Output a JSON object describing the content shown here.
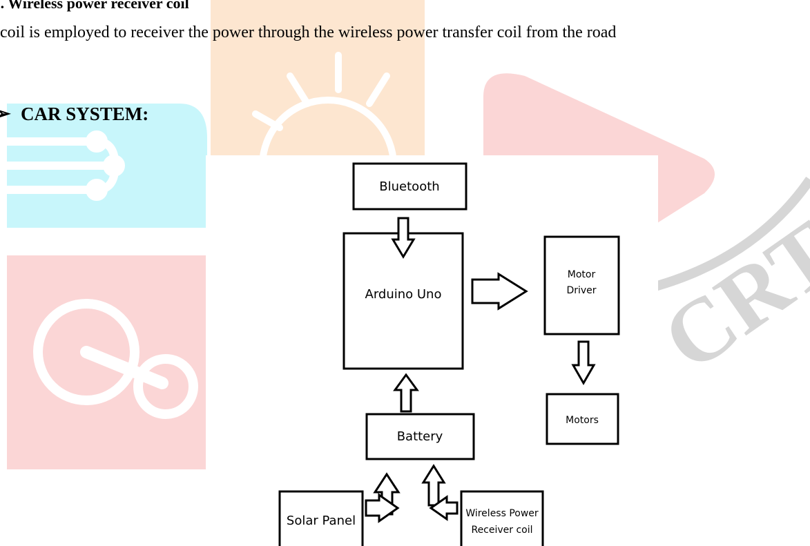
{
  "document": {
    "section_heading": "E.  Wireless power receiver coil",
    "paragraph": "coil is employed to receiver the power through the wireless power transfer coil from the road",
    "bullet_symbol": "➢",
    "car_heading": "CAR SYSTEM:"
  },
  "diagram": {
    "blocks": {
      "bluetooth": "Bluetooth",
      "arduino": "Arduino Uno",
      "motor_driver_line1": "Motor",
      "motor_driver_line2": "Driver",
      "motors": "Motors",
      "battery": "Battery",
      "solar_panel": "Solar Panel",
      "wireless_line1": "Wireless Power",
      "wireless_line2": "Receiver coil"
    }
  },
  "watermark": {
    "text": "CRT",
    "colors": {
      "cyan": "#c8f6fb",
      "orange": "#fde6d0",
      "red": "#fbd6d6",
      "gray": "#d6d6d6"
    }
  }
}
